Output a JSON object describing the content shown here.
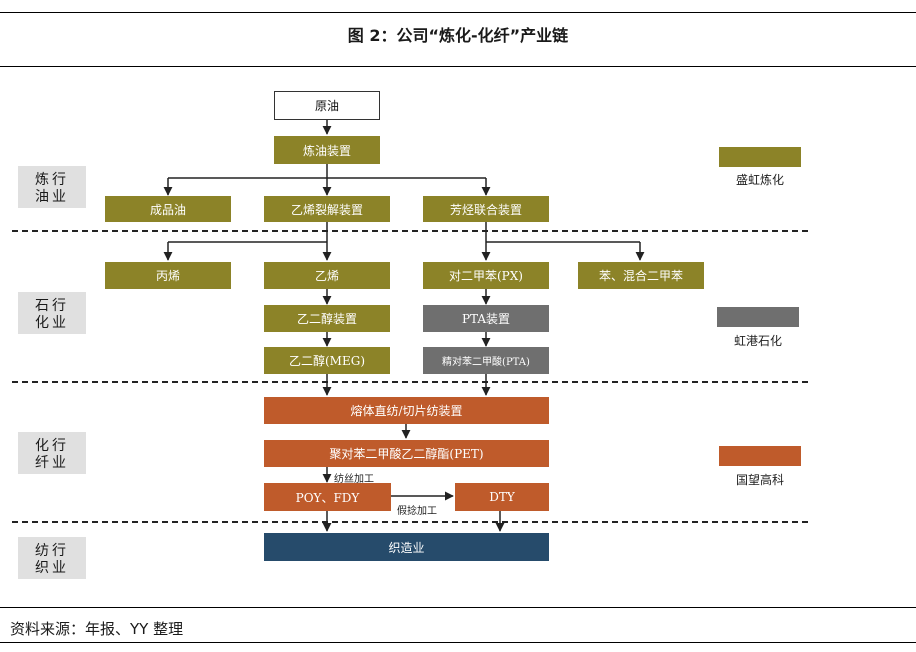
{
  "title": "图 2：公司“炼化-化纤”产业链",
  "source": "资料来源：年报、YY 整理",
  "categories": {
    "refining": "炼行油业",
    "petrochem": "石行化业",
    "fiber": "化行纤业",
    "textile": "纺行织业"
  },
  "nodes": {
    "crude": "原油",
    "refinery": "炼油装置",
    "refined_oil": "成品油",
    "cracker": "乙烯裂解装置",
    "aromatics": "芳烃联合装置",
    "propylene": "丙烯",
    "ethylene": "乙烯",
    "px": "对二甲苯(PX)",
    "benzene": "苯、混合二甲苯",
    "eg_unit": "乙二醇装置",
    "pta_unit": "PTA装置",
    "meg": "乙二醇(MEG)",
    "pta": "精对苯二甲酸(PTA)",
    "melt": "熔体直纺/切片纺装置",
    "pet": "聚对苯二甲酸乙二醇酯(PET)",
    "poy": "POY、FDY",
    "dty": "DTY",
    "weaving": "织造业"
  },
  "edge_labels": {
    "spinning": "纺丝加工",
    "texturing": "假捻加工"
  },
  "legend": [
    {
      "label": "盛虹炼化",
      "color": "#8c8328"
    },
    {
      "label": "虹港石化",
      "color": "#6f6f6f"
    },
    {
      "label": "国望高科",
      "color": "#bf5b2b"
    }
  ]
}
